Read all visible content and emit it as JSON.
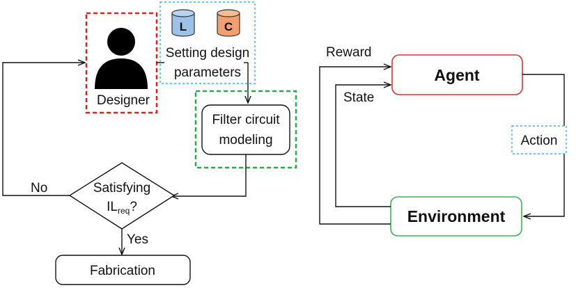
{
  "left_flow": {
    "designer_label": "Designer",
    "cylinder_L": "L",
    "cylinder_C": "C",
    "setting_line1": "Setting design",
    "setting_line2": "parameters",
    "filter_line1": "Filter circuit",
    "filter_line2": "modeling",
    "decision_line1": "Satisfying",
    "decision_il": "IL",
    "decision_sub": "req",
    "decision_q": "?",
    "no_label": "No",
    "yes_label": "Yes",
    "fabrication_label": "Fabrication"
  },
  "right_rl": {
    "agent_label": "Agent",
    "environment_label": "Environment",
    "reward_label": "Reward",
    "state_label": "State",
    "action_label": "Action"
  },
  "colors": {
    "red_dash": "#e0201c",
    "cyan_dash": "#3ab6e6",
    "green_dash": "#2ca84a",
    "agent_border": "#e03030",
    "env_border": "#3cb05a",
    "cyl_L": "#9cc2e8",
    "cyl_C": "#f2a070"
  }
}
